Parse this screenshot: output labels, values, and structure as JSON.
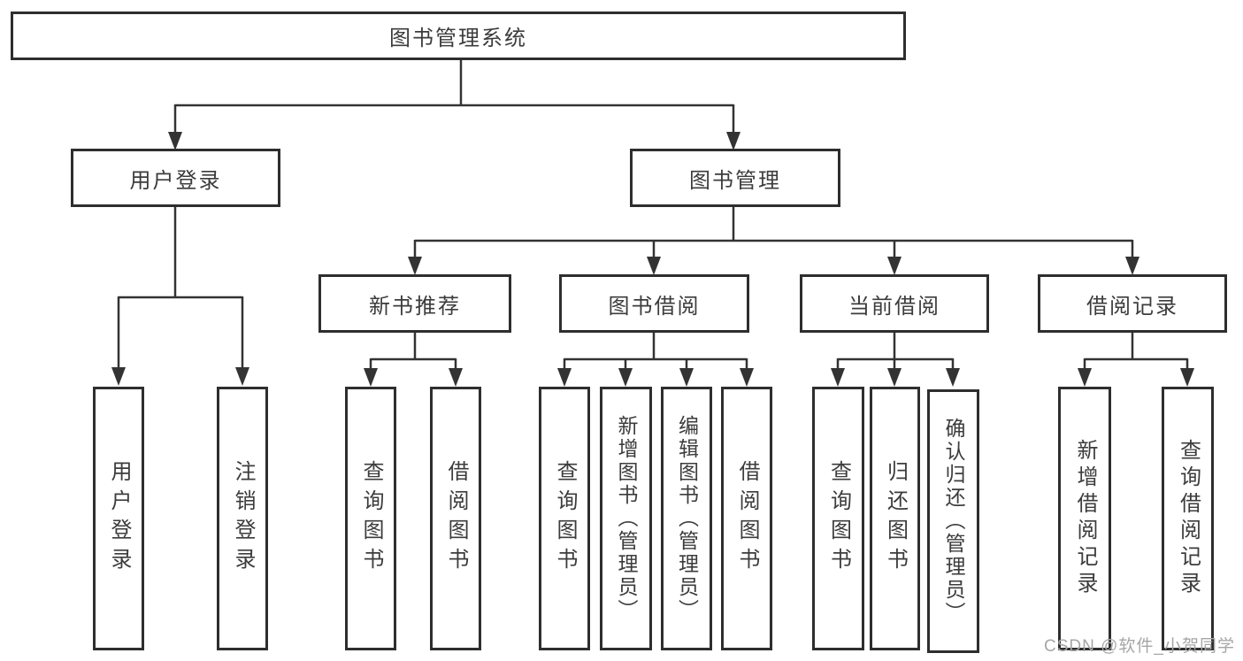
{
  "diagram": {
    "root": {
      "label": "图书管理系统"
    },
    "level1": [
      {
        "id": "user-login",
        "label": "用户登录"
      },
      {
        "id": "book-management",
        "label": "图书管理"
      }
    ],
    "level2": [
      {
        "id": "new-book-recommend",
        "label": "新书推荐"
      },
      {
        "id": "book-borrow",
        "label": "图书借阅"
      },
      {
        "id": "current-borrow",
        "label": "当前借阅"
      },
      {
        "id": "borrow-records",
        "label": "借阅记录"
      }
    ],
    "level3": {
      "user_login": [
        {
          "label": "用户登录"
        },
        {
          "label": "注销登录"
        }
      ],
      "new_book_recommend": [
        {
          "label": "查询图书"
        },
        {
          "label": "借阅图书"
        }
      ],
      "book_borrow": [
        {
          "label": "查询图书"
        },
        {
          "label": "新增图书（管理员）"
        },
        {
          "label": "编辑图书（管理员）"
        },
        {
          "label": "借阅图书"
        }
      ],
      "current_borrow": [
        {
          "label": "查询图书"
        },
        {
          "label": "归还图书"
        },
        {
          "label": "确认归还（管理员）"
        }
      ],
      "borrow_records": [
        {
          "label": "新增借阅记录"
        },
        {
          "label": "查询借阅记录"
        }
      ]
    }
  },
  "watermark": {
    "text": "CSDN @软件_小贺同学"
  },
  "colors": {
    "line": "#333333",
    "border": "#2e2e2e",
    "text": "#3c3c3c",
    "watermark": "#a6a6a6",
    "background": "#ffffff"
  }
}
